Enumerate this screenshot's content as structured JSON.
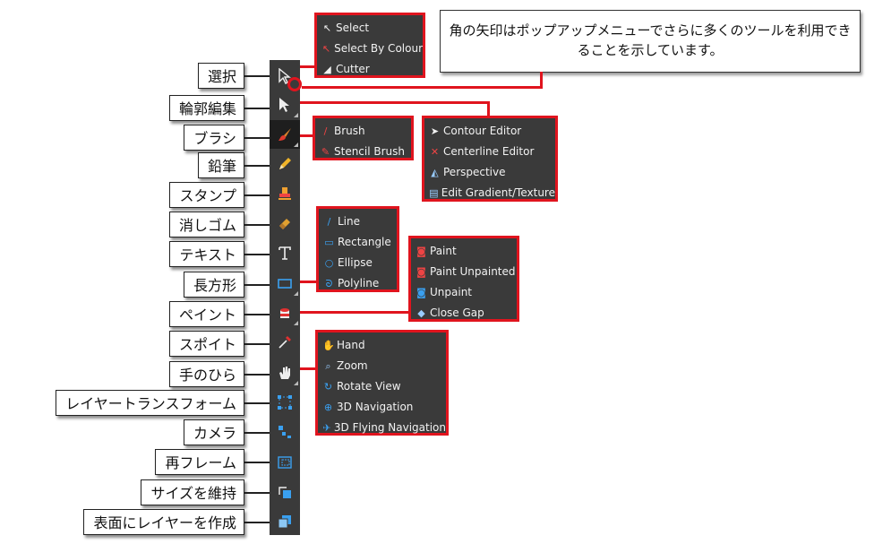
{
  "labels": [
    "選択",
    "輪郭編集",
    "ブラシ",
    "鉛筆",
    "スタンプ",
    "消しゴム",
    "テキスト",
    "長方形",
    "ペイント",
    "スポイト",
    "手のひら",
    "レイヤートランスフォーム",
    "カメラ",
    "再フレーム",
    "サイズを維持",
    "表面にレイヤーを作成"
  ],
  "tool_icons": [
    "select-arrow-icon",
    "contour-editor-icon",
    "brush-icon",
    "pencil-icon",
    "stamp-icon",
    "eraser-icon",
    "text-icon",
    "rectangle-icon",
    "paint-icon",
    "dropper-icon",
    "hand-icon",
    "layer-transform-icon",
    "camera-icon",
    "reframe-icon",
    "maintain-size-icon",
    "create-layer-on-surface-icon"
  ],
  "note": "角の矢印はポップアップメニューでさらに多くのツールを利用できることを示しています。",
  "menus": {
    "select": [
      "Select",
      "Select By Colour",
      "Cutter"
    ],
    "brush": [
      "Brush",
      "Stencil Brush"
    ],
    "contour": [
      "Contour Editor",
      "Centerline Editor",
      "Perspective",
      "Edit Gradient/Texture"
    ],
    "shape": [
      "Line",
      "Rectangle",
      "Ellipse",
      "Polyline"
    ],
    "paint": [
      "Paint",
      "Paint Unpainted",
      "Unpaint",
      "Close Gap"
    ],
    "hand": [
      "Hand",
      "Zoom",
      "Rotate View",
      "3D Navigation",
      "3D Flying Navigation"
    ]
  },
  "colors": {
    "toolbar": "#3a3a3a",
    "highlight": "#e0141e",
    "active_tool": "#1e1e1e"
  }
}
